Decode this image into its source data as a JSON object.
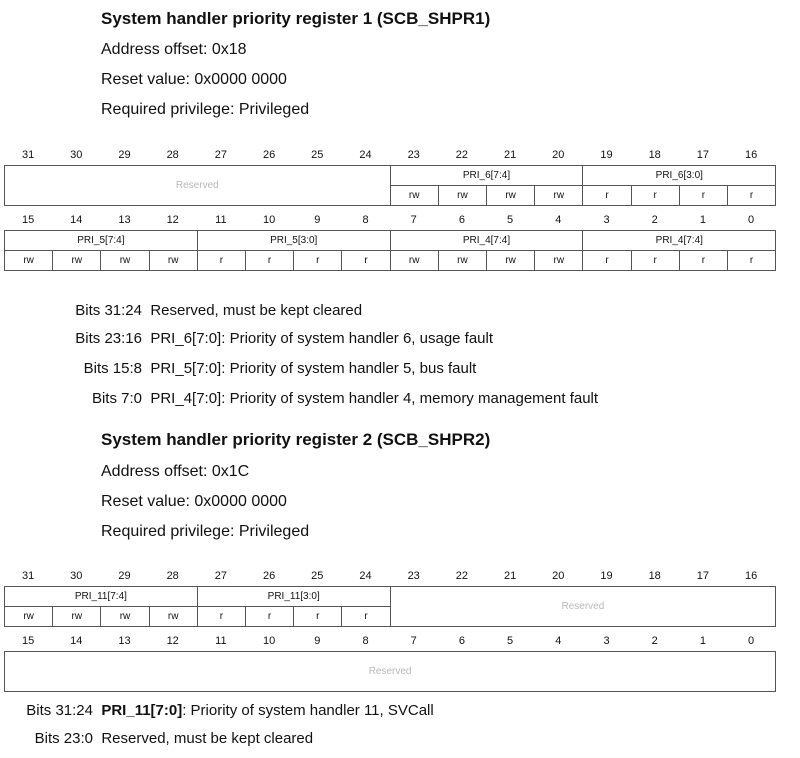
{
  "reg1": {
    "title": "System handler priority register 1 (SCB_SHPR1)",
    "address": "Address offset: 0x18",
    "reset": "Reset value: 0x0000 0000",
    "privilege": "Required privilege: Privileged",
    "rows": [
      {
        "bit_labels": [
          "31",
          "30",
          "29",
          "28",
          "27",
          "26",
          "25",
          "24",
          "23",
          "22",
          "21",
          "20",
          "19",
          "18",
          "17",
          "16"
        ],
        "fields": [
          {
            "label": "Reserved",
            "start": 0,
            "span": 8,
            "reserved": true,
            "full": true
          },
          {
            "label": "PRI_6[7:4]",
            "start": 8,
            "span": 4
          },
          {
            "label": "PRI_6[3:0]",
            "start": 12,
            "span": 4
          }
        ],
        "access": [
          "",
          "",
          "",
          "",
          "",
          "",
          "",
          "",
          "rw",
          "rw",
          "rw",
          "rw",
          "r",
          "r",
          "r",
          "r"
        ]
      },
      {
        "bit_labels": [
          "15",
          "14",
          "13",
          "12",
          "11",
          "10",
          "9",
          "8",
          "7",
          "6",
          "5",
          "4",
          "3",
          "2",
          "1",
          "0"
        ],
        "fields": [
          {
            "label": "PRI_5[7:4]",
            "start": 0,
            "span": 4
          },
          {
            "label": "PRI_5[3:0]",
            "start": 4,
            "span": 4
          },
          {
            "label": "PRI_4[7:4]",
            "start": 8,
            "span": 4
          },
          {
            "label": "PRI_4[7:4]",
            "start": 12,
            "span": 4
          }
        ],
        "access": [
          "rw",
          "rw",
          "rw",
          "rw",
          "r",
          "r",
          "r",
          "r",
          "rw",
          "rw",
          "rw",
          "rw",
          "r",
          "r",
          "r",
          "r"
        ]
      }
    ],
    "descriptions": [
      {
        "bits": "Bits 31:24",
        "text": "Reserved, must be kept cleared",
        "bold": ""
      },
      {
        "bits": "Bits 23:16",
        "text": ": Priority of system handler 6, usage fault",
        "bold": "PRI_6[7:0]",
        "plain": true
      },
      {
        "bits": "Bits 15:8",
        "text": ": Priority of system handler 5, bus fault",
        "bold": "PRI_5[7:0]",
        "plain": true
      },
      {
        "bits": "Bits 7:0",
        "text": ": Priority of system handler 4, memory management fault",
        "bold": "PRI_4[7:0]",
        "plain": true
      }
    ]
  },
  "reg2": {
    "title": "System handler priority register 2 (SCB_SHPR2)",
    "address": "Address offset: 0x1C",
    "reset": "Reset value: 0x0000 0000",
    "privilege": "Required privilege: Privileged",
    "rows": [
      {
        "bit_labels": [
          "31",
          "30",
          "29",
          "28",
          "27",
          "26",
          "25",
          "24",
          "23",
          "22",
          "21",
          "20",
          "19",
          "18",
          "17",
          "16"
        ],
        "fields": [
          {
            "label": "PRI_11[7:4]",
            "start": 0,
            "span": 4
          },
          {
            "label": "PRI_11[3:0]",
            "start": 4,
            "span": 4
          },
          {
            "label": "Reserved",
            "start": 8,
            "span": 8,
            "reserved": true,
            "full": true
          }
        ],
        "access": [
          "rw",
          "rw",
          "rw",
          "rw",
          "r",
          "r",
          "r",
          "r",
          "",
          "",
          "",
          "",
          "",
          "",
          "",
          ""
        ]
      },
      {
        "bit_labels": [
          "15",
          "14",
          "13",
          "12",
          "11",
          "10",
          "9",
          "8",
          "7",
          "6",
          "5",
          "4",
          "3",
          "2",
          "1",
          "0"
        ],
        "fields": [
          {
            "label": "Reserved",
            "start": 0,
            "span": 16,
            "reserved": true,
            "full": true
          }
        ],
        "access": []
      }
    ],
    "descriptions": [
      {
        "bits": "Bits 31:24",
        "text": ": Priority of system handler 11, SVCall",
        "bold": "PRI_11[7:0]",
        "plain": false
      },
      {
        "bits": "Bits 23:0",
        "text": "Reserved, must be kept cleared",
        "bold": ""
      }
    ]
  }
}
